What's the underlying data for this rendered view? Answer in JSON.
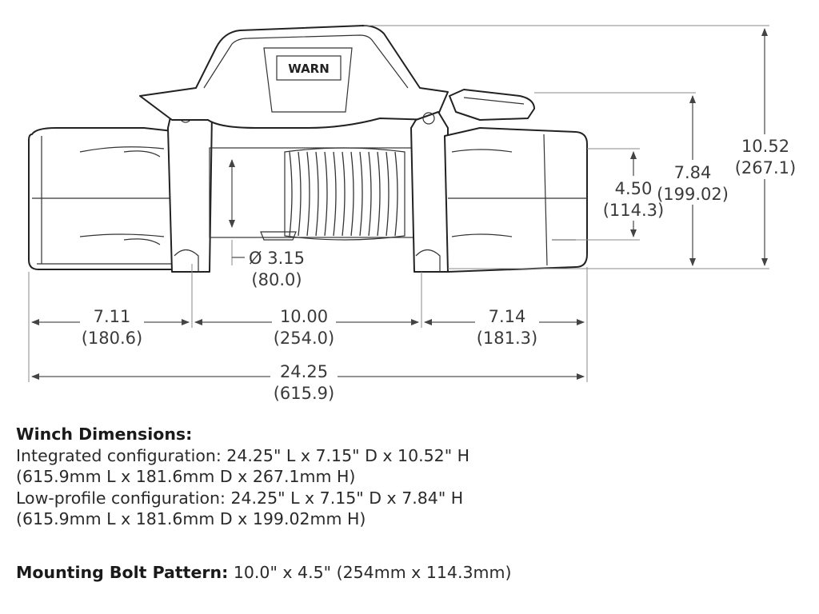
{
  "diagram": {
    "logo_text": "WARN",
    "dims": {
      "height_total": {
        "value": "10.52",
        "mm": "(267.1)"
      },
      "height_low": {
        "value": "7.84",
        "mm": "(199.02)"
      },
      "bolt_depth": {
        "value": "4.50",
        "mm": "(114.3)"
      },
      "drum_dia": {
        "value": "Ø 3.15",
        "mm": "(80.0)"
      },
      "left_len": {
        "value": "7.11",
        "mm": "(180.6)"
      },
      "drum_len": {
        "value": "10.00",
        "mm": "(254.0)"
      },
      "right_len": {
        "value": "7.14",
        "mm": "(181.3)"
      },
      "total_len": {
        "value": "24.25",
        "mm": "(615.9)"
      }
    }
  },
  "specs": {
    "heading": "Winch Dimensions:",
    "lines": [
      "Integrated configuration: 24.25\" L x 7.15\" D x 10.52\" H",
      "(615.9mm L x 181.6mm D x 267.1mm H)",
      "Low-profile configuration: 24.25\" L x 7.15\" D x 7.84\" H",
      "(615.9mm L x 181.6mm D x 199.02mm H)"
    ],
    "bolt_label": "Mounting Bolt Pattern:",
    "bolt_value": " 10.0\" x 4.5\" (254mm x 114.3mm)"
  }
}
